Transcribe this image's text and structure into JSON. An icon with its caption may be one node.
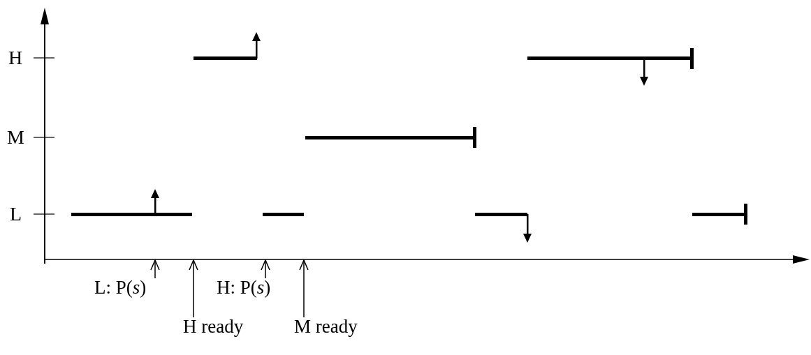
{
  "diagram": {
    "nodes": [
      {
        "text": [
          "L: P(*s*)"
        ]
      },
      {
        "text": [
          "H ready"
        ]
      },
      {
        "text": [
          "H: P(*s*)"
        ]
      },
      {
        "text": [
          "M ready"
        ]
      }
    ],
    "edges": [
      {
        "from": 0,
        "to": null,
        "arrow": "to"
      },
      {
        "from": 1,
        "to": null,
        "arrow": "to"
      },
      {
        "from": 2,
        "to": null,
        "arrow": "to"
      },
      {
        "from": 3,
        "to": null,
        "arrow": "to"
      }
    ],
    "labels": [
      "H",
      "M",
      "L"
    ]
  }
}
